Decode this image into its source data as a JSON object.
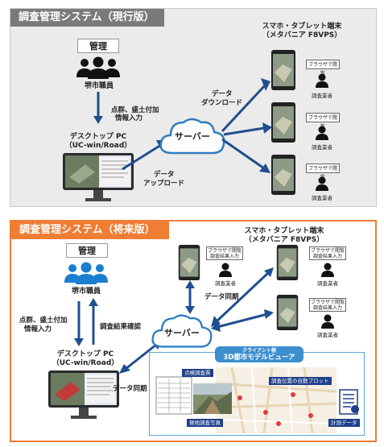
{
  "current": {
    "title": "調査管理システム（現行版）",
    "management": "管理",
    "staff": "堺市職員",
    "input_note": [
      "点群、盛土付加",
      "情報入力"
    ],
    "desktop": [
      "デスクトップ PC",
      "（UC-win/Road）"
    ],
    "upload": [
      "データ",
      "アップロード"
    ],
    "server": "サーバー",
    "download": [
      "データ",
      "ダウンロード"
    ],
    "mobile": [
      "スマホ・タブレット端末",
      "（メタバニア F8VPS）"
    ],
    "browser": "ブラウザで閲覧",
    "surveyor": "調査業者"
  },
  "future": {
    "title": "調査管理システム（将来版）",
    "management": "管理",
    "staff": "堺市職員",
    "input_note": [
      "点群、盛土付加",
      "情報入力"
    ],
    "confirm": "調査結果確認",
    "desktop": [
      "デスクトップ PC",
      "（UC-win/Road）"
    ],
    "sync_left": "データ同期",
    "server": "サーバー",
    "sync_top": "データ同期",
    "mobile": [
      "スマホ・タブレット端末",
      "（メタバニア F8VPS）"
    ],
    "browser_input": [
      "ブラウザで閲覧",
      "調査結果入力"
    ],
    "surveyor": "調査業者",
    "client": {
      "sub": "クライアント側",
      "title": "3D都市モデルビューア",
      "tag_inspection": "点検調査票",
      "tag_auto_plot": "調査位置の自動プロット",
      "tag_photo": "現地調査写真",
      "tag_data": "計測データ"
    }
  },
  "colors": {
    "arrow": "#1f4f8f",
    "people": "#111111",
    "people_blue": "#1a7fd1",
    "cloud": "#2f7dc0",
    "orange": "#ef7d34"
  }
}
